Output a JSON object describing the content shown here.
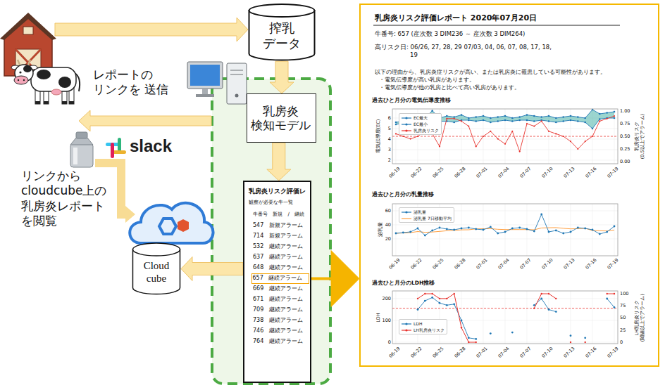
{
  "diagram": {
    "nodes": [
      {
        "text": [
          "搾乳 データ"
        ]
      },
      {
        "text": [
          "乳房炎 検知モデル"
        ]
      },
      {
        "text": [
          "乳房炎リスク評価レ",
          "観察が必要な牛一覧",
          "牛番号 新規 / 継続",
          "547 新規アラーム",
          "714 新規アラーム",
          "532 継続アラーム",
          "637 継続アラーム",
          "648 継続アラーム",
          "669 継続アラーム",
          "671 継続アラーム",
          "709 継続アラーム",
          "738 継続アラーム",
          "746 継続アラーム",
          "764 継続アラーム"
        ]
      },
      {
        "text": [
          "657 継続アラーム"
        ],
        "in": 2
      },
      {
        "text": [
          "Cloud cube"
        ]
      },
      {
        "text": [
          "乳房炎リスク評価レポート 2020年07月20日",
          "牛番号: 657 (産次数 3 DIM236 ～ 産次数 3 DIM264)",
          "高リスク日: 06/26, 27, 28, 29 07/03, 04, 06, 07, 08, 17, 18, 19",
          "以下の理由から、乳房炎症リスクが高い、または乳房炎に罹患している可能性があります。",
          "・電気伝導度が高い乳房があります。",
          "・電気伝導度が他の乳房と比べて高い乳房があります。"
        ]
      }
    ],
    "edges": [
      {
        "from": 0,
        "to": 1,
        "arrow": "to"
      },
      {
        "from": 1,
        "to": 2,
        "arrow": "to"
      },
      {
        "from": 2,
        "to": 4,
        "arrow": "to"
      },
      {
        "from": 3,
        "to": 5,
        "arrow": "to"
      }
    ],
    "labels": [
      "レポートの リンクを 送信",
      "slack",
      "リンクから cloudcube上の 乳房炎レポートを閲覧",
      "過去ひと月分の電気伝導度推移",
      "電気伝導度(EC)",
      "乳房炎リスク (0.5以上でアラーム)",
      "6",
      "5",
      "4",
      "3",
      "2",
      "1.00",
      "0.75",
      "0.50",
      "0.25",
      "0.00",
      "06-19",
      "06-22",
      "06-25",
      "06-28",
      "07-01",
      "07-04",
      "07-07",
      "07-10",
      "07-13",
      "07-16",
      "07-19",
      "過去ひと月分の乳量推移",
      "泌乳量",
      "60",
      "40",
      "20",
      "06-19",
      "06-22",
      "06-25",
      "06-28",
      "07-01",
      "07-04",
      "07-07",
      "07-10",
      "07-13",
      "07-16",
      "07-19",
      "過去ひと月分のLDH推移",
      "LDH",
      "LH乳房炎リスク (閾値以上でアラーム)",
      "200",
      "100",
      "0",
      "100",
      "75",
      "50",
      "25",
      "0",
      "06-19",
      "06-22",
      "06-25",
      "06-28",
      "07-01",
      "07-04",
      "07-07",
      "07-10",
      "07-13",
      "07-16",
      "07-19"
    ],
    "legend": [
      {
        "text": "EC最大"
      },
      {
        "text": "EC最小"
      },
      {
        "text": "乳房炎リスク"
      },
      {
        "text": "泌乳量"
      },
      {
        "text": "泌乳量 7日移動平均"
      },
      {
        "text": "LDH"
      },
      {
        "text": "LH乳房炎リスク"
      }
    ]
  }
}
